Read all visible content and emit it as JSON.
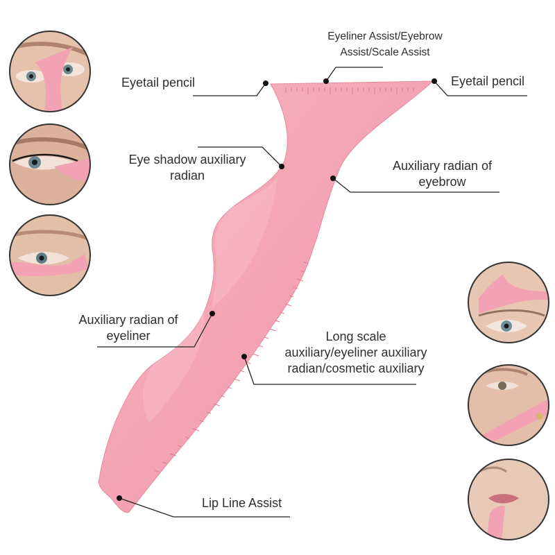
{
  "callouts": {
    "top": {
      "line1": "Eyeliner Assist/Eyebrow",
      "line2": "Assist/Scale Assist"
    },
    "eyetail_left": "Eyetail pencil",
    "eyetail_right": "Eyetail pencil",
    "eye_shadow": {
      "line1": "Eye shadow auxiliary",
      "line2": "radian"
    },
    "eyebrow": {
      "line1": "Auxiliary radian of",
      "line2": "eyebrow"
    },
    "eyeliner": {
      "line1": "Auxiliary radian of",
      "line2": "eyeliner"
    },
    "long_scale": {
      "line1": "Long scale",
      "line2": "auxiliary/eyeliner auxiliary",
      "line3": "radian/cosmetic auxiliary"
    },
    "lip": "Lip Line Assist"
  },
  "colors": {
    "tool_pink": "#f4a3b2",
    "tool_pink_dark": "#e8899b",
    "ruler_tick": "#d97d90",
    "line": "#222222"
  }
}
